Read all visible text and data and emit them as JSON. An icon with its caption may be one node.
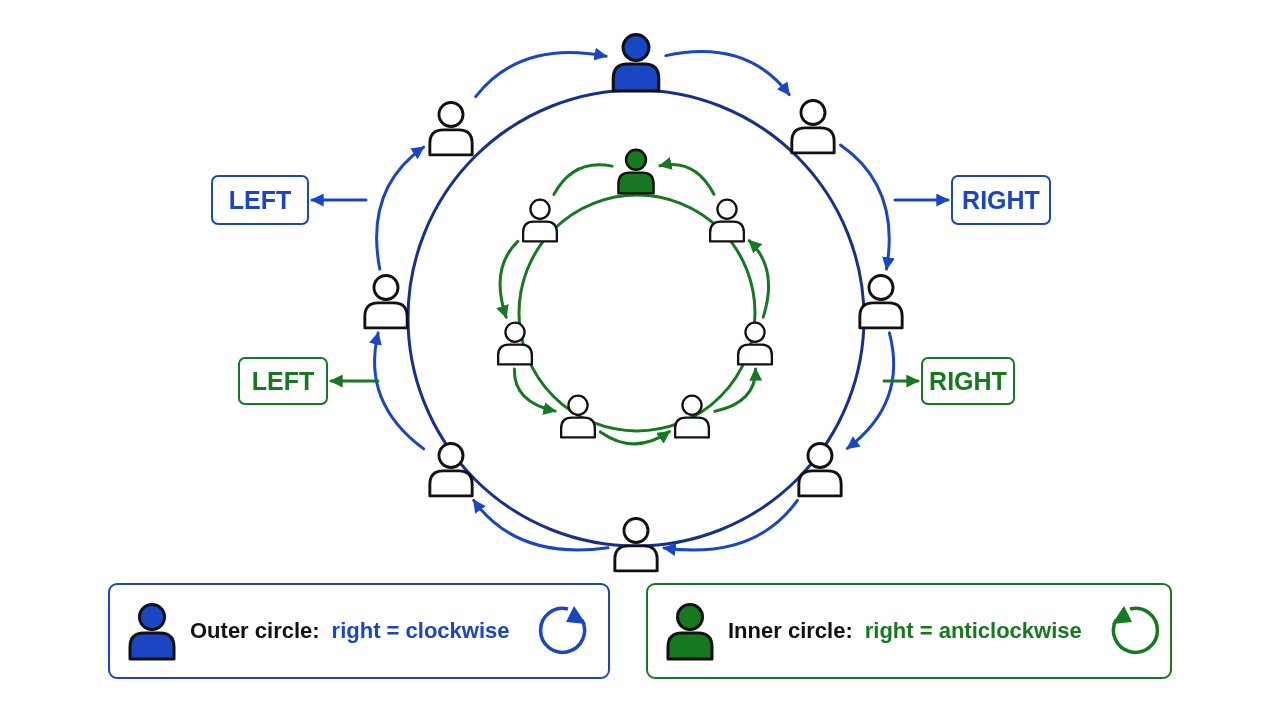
{
  "diagram": {
    "nodes": [
      {
        "text": [],
        "shape": "person"
      },
      {
        "text": [],
        "shape": "person"
      },
      {
        "text": [],
        "shape": "person"
      },
      {
        "text": [],
        "shape": "person"
      },
      {
        "text": [
          "LEFT"
        ]
      },
      {
        "text": [
          "RIGHT"
        ]
      },
      {
        "text": [],
        "shape": "person"
      },
      {
        "text": [],
        "shape": "person"
      },
      {
        "text": [],
        "shape": "person"
      },
      {
        "text": [],
        "shape": "person"
      },
      {
        "text": [],
        "shape": "person"
      },
      {
        "text": [],
        "shape": "person"
      },
      {
        "text": [
          "LEFT"
        ]
      },
      {
        "text": [
          "RIGHT"
        ]
      },
      {
        "text": [],
        "shape": "person"
      },
      {
        "text": [],
        "shape": "person"
      },
      {
        "text": [],
        "shape": "person"
      },
      {
        "text": [],
        "shape": "person"
      },
      {
        "text": [],
        "shape": "person"
      },
      {
        "text": [
          "Outer circle:",
          "right = clockwise"
        ]
      },
      {
        "text": [
          "Inner circle:",
          "right = anticlockwise"
        ]
      }
    ],
    "edges": [
      {
        "from": 1,
        "to": 0,
        "arrow": "to"
      },
      {
        "from": 0,
        "to": 2,
        "arrow": "to"
      },
      {
        "from": 2,
        "to": 9,
        "arrow": "to"
      },
      {
        "from": 9,
        "to": 17,
        "arrow": "to"
      },
      {
        "from": 17,
        "to": 18,
        "arrow": "to"
      },
      {
        "from": 18,
        "to": 16,
        "arrow": "to"
      },
      {
        "from": 16,
        "to": 8,
        "arrow": "to"
      },
      {
        "from": 8,
        "to": 1,
        "arrow": "to"
      },
      {
        "from": 7,
        "to": 3,
        "arrow": "to",
        "color": "#17791f"
      },
      {
        "from": 3,
        "to": 6,
        "arrow": "none",
        "color": "#17791f"
      },
      {
        "from": 6,
        "to": 10,
        "arrow": "to",
        "color": "#17791f"
      },
      {
        "from": 10,
        "to": 14,
        "arrow": "to",
        "color": "#17791f"
      },
      {
        "from": 14,
        "to": 15,
        "arrow": "to",
        "color": "#17791f"
      },
      {
        "from": 15,
        "to": 11,
        "arrow": "to",
        "color": "#17791f"
      },
      {
        "from": 11,
        "to": 7,
        "arrow": "to",
        "color": "#17791f"
      },
      {
        "from": null,
        "to": 4,
        "arrow": "to"
      },
      {
        "from": null,
        "to": 5,
        "arrow": "to"
      },
      {
        "from": null,
        "to": 12,
        "arrow": "to",
        "color": "#17791f"
      },
      {
        "from": null,
        "to": 13,
        "arrow": "to",
        "color": "#17791f"
      }
    ]
  }
}
